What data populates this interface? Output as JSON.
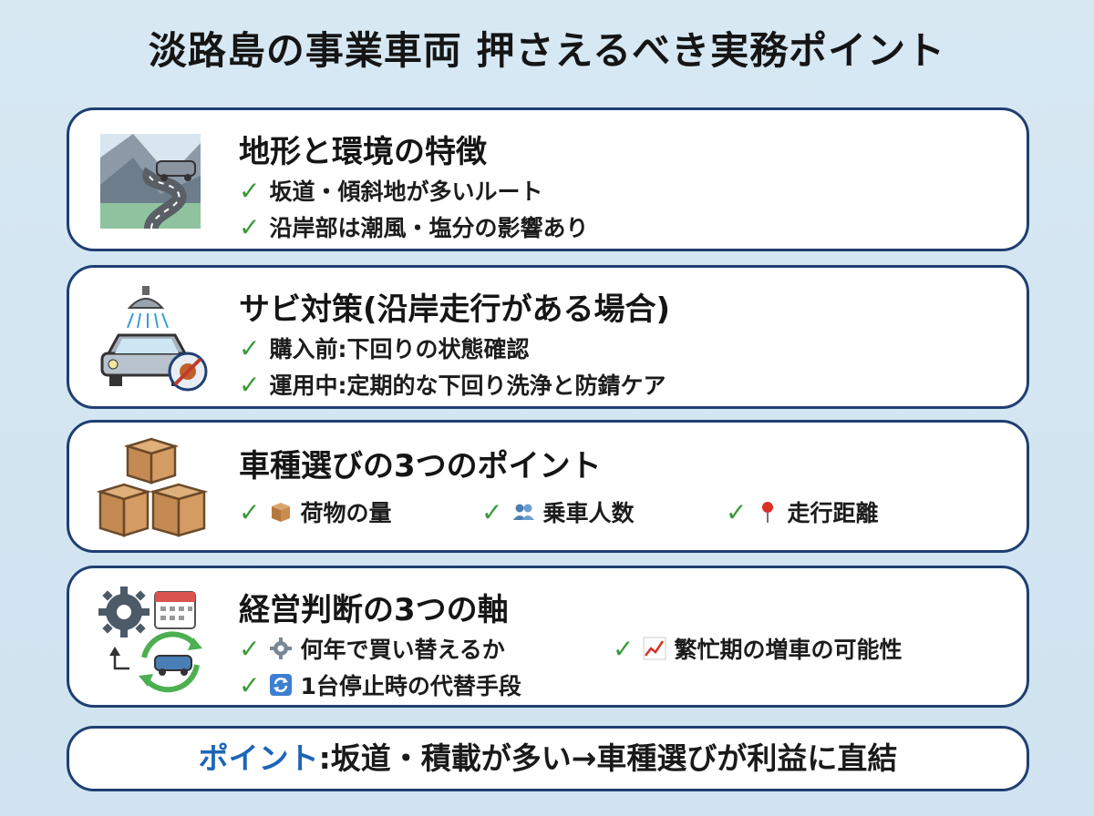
{
  "title": "淡路島の事業車両 押さえるべき実務ポイント",
  "cards": [
    {
      "title": "地形と環境の特徴",
      "icon": "mountain-road-icon",
      "items": [
        "坂道・傾斜地が多いルート",
        "沿岸部は潮風・塩分の影響あり"
      ]
    },
    {
      "title": "サビ対策(沿岸走行がある場合)",
      "icon": "car-wash-rust-icon",
      "items": [
        "購入前:下回りの状態確認",
        "運用中:定期的な下回り洗浄と防錆ケア"
      ]
    },
    {
      "title": "車種選びの3つのポイント",
      "icon": "stacked-boxes-icon",
      "items": [
        "荷物の量",
        "乗車人数",
        "走行距離"
      ],
      "item_icons": [
        "package-icon",
        "people-icon",
        "pin-icon"
      ]
    },
    {
      "title": "経営判断の3つの軸",
      "icon": "gear-calendar-cycle-icon",
      "items": [
        "何年で買い替えるか",
        "繁忙期の増車の可能性",
        "1台停止時の代替手段"
      ],
      "item_icons": [
        "gear-icon",
        "chart-up-icon",
        "repeat-icon"
      ]
    }
  ],
  "bottom": {
    "highlight": "ポイント",
    "text": ":坂道・積載が多い→車種選びが利益に直結"
  },
  "colors": {
    "border": "#1f3f72",
    "check": "#3a9a3a",
    "highlight": "#1d64b8",
    "background": "#d7e8f3"
  }
}
